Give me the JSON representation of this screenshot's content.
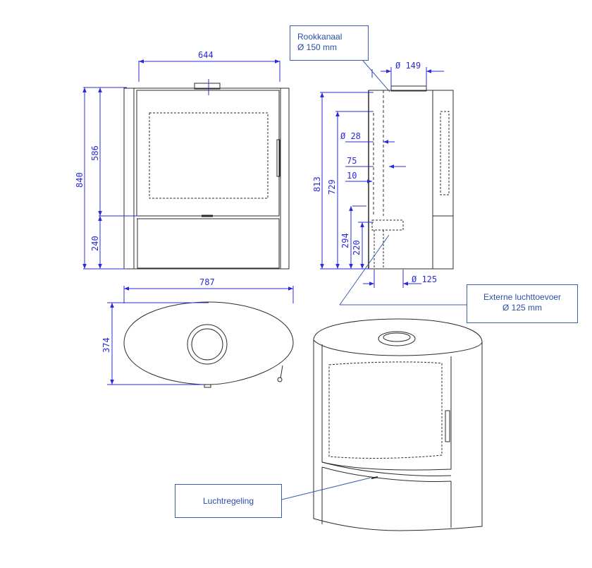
{
  "dimensions": {
    "front_width": "644",
    "front_height_total": "840",
    "front_upper_height": "586",
    "front_base_height": "240",
    "side_height_total": "813",
    "side_outlet_height": "729",
    "side_pipe_diameter": "Ø 28",
    "side_dim_75": "75",
    "side_dim_10": "10",
    "side_inlet_height": "294",
    "side_inlet_center": "220",
    "side_top_diameter": "Ø 149",
    "side_bottom_diameter": "Ø 125",
    "top_width": "787",
    "top_depth": "374"
  },
  "callouts": {
    "flue_title": "Rookkanaal",
    "flue_diameter": "Ø 150 mm",
    "air_title": "Externe luchttoevoer",
    "air_diameter": "Ø 125 mm",
    "control_label": "Luchtregeling"
  },
  "colors": {
    "outline": "#2b2b2b",
    "dimension": "#2b2bd6",
    "callout": "#2a4fa8"
  }
}
